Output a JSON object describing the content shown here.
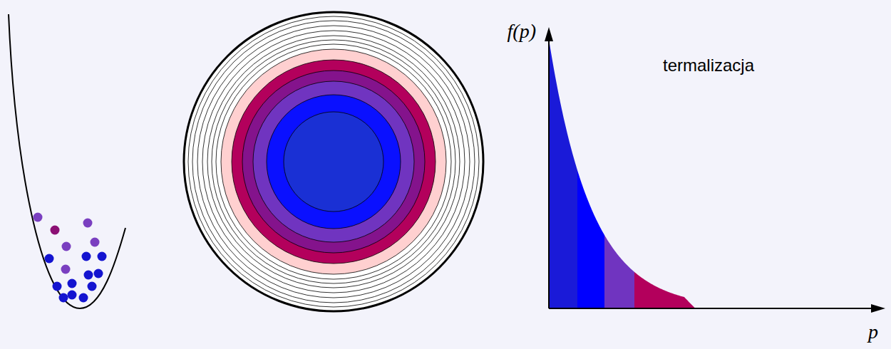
{
  "diagram": {
    "labels": [
      "termalizacja",
      "f(p)",
      "p"
    ]
  }
}
